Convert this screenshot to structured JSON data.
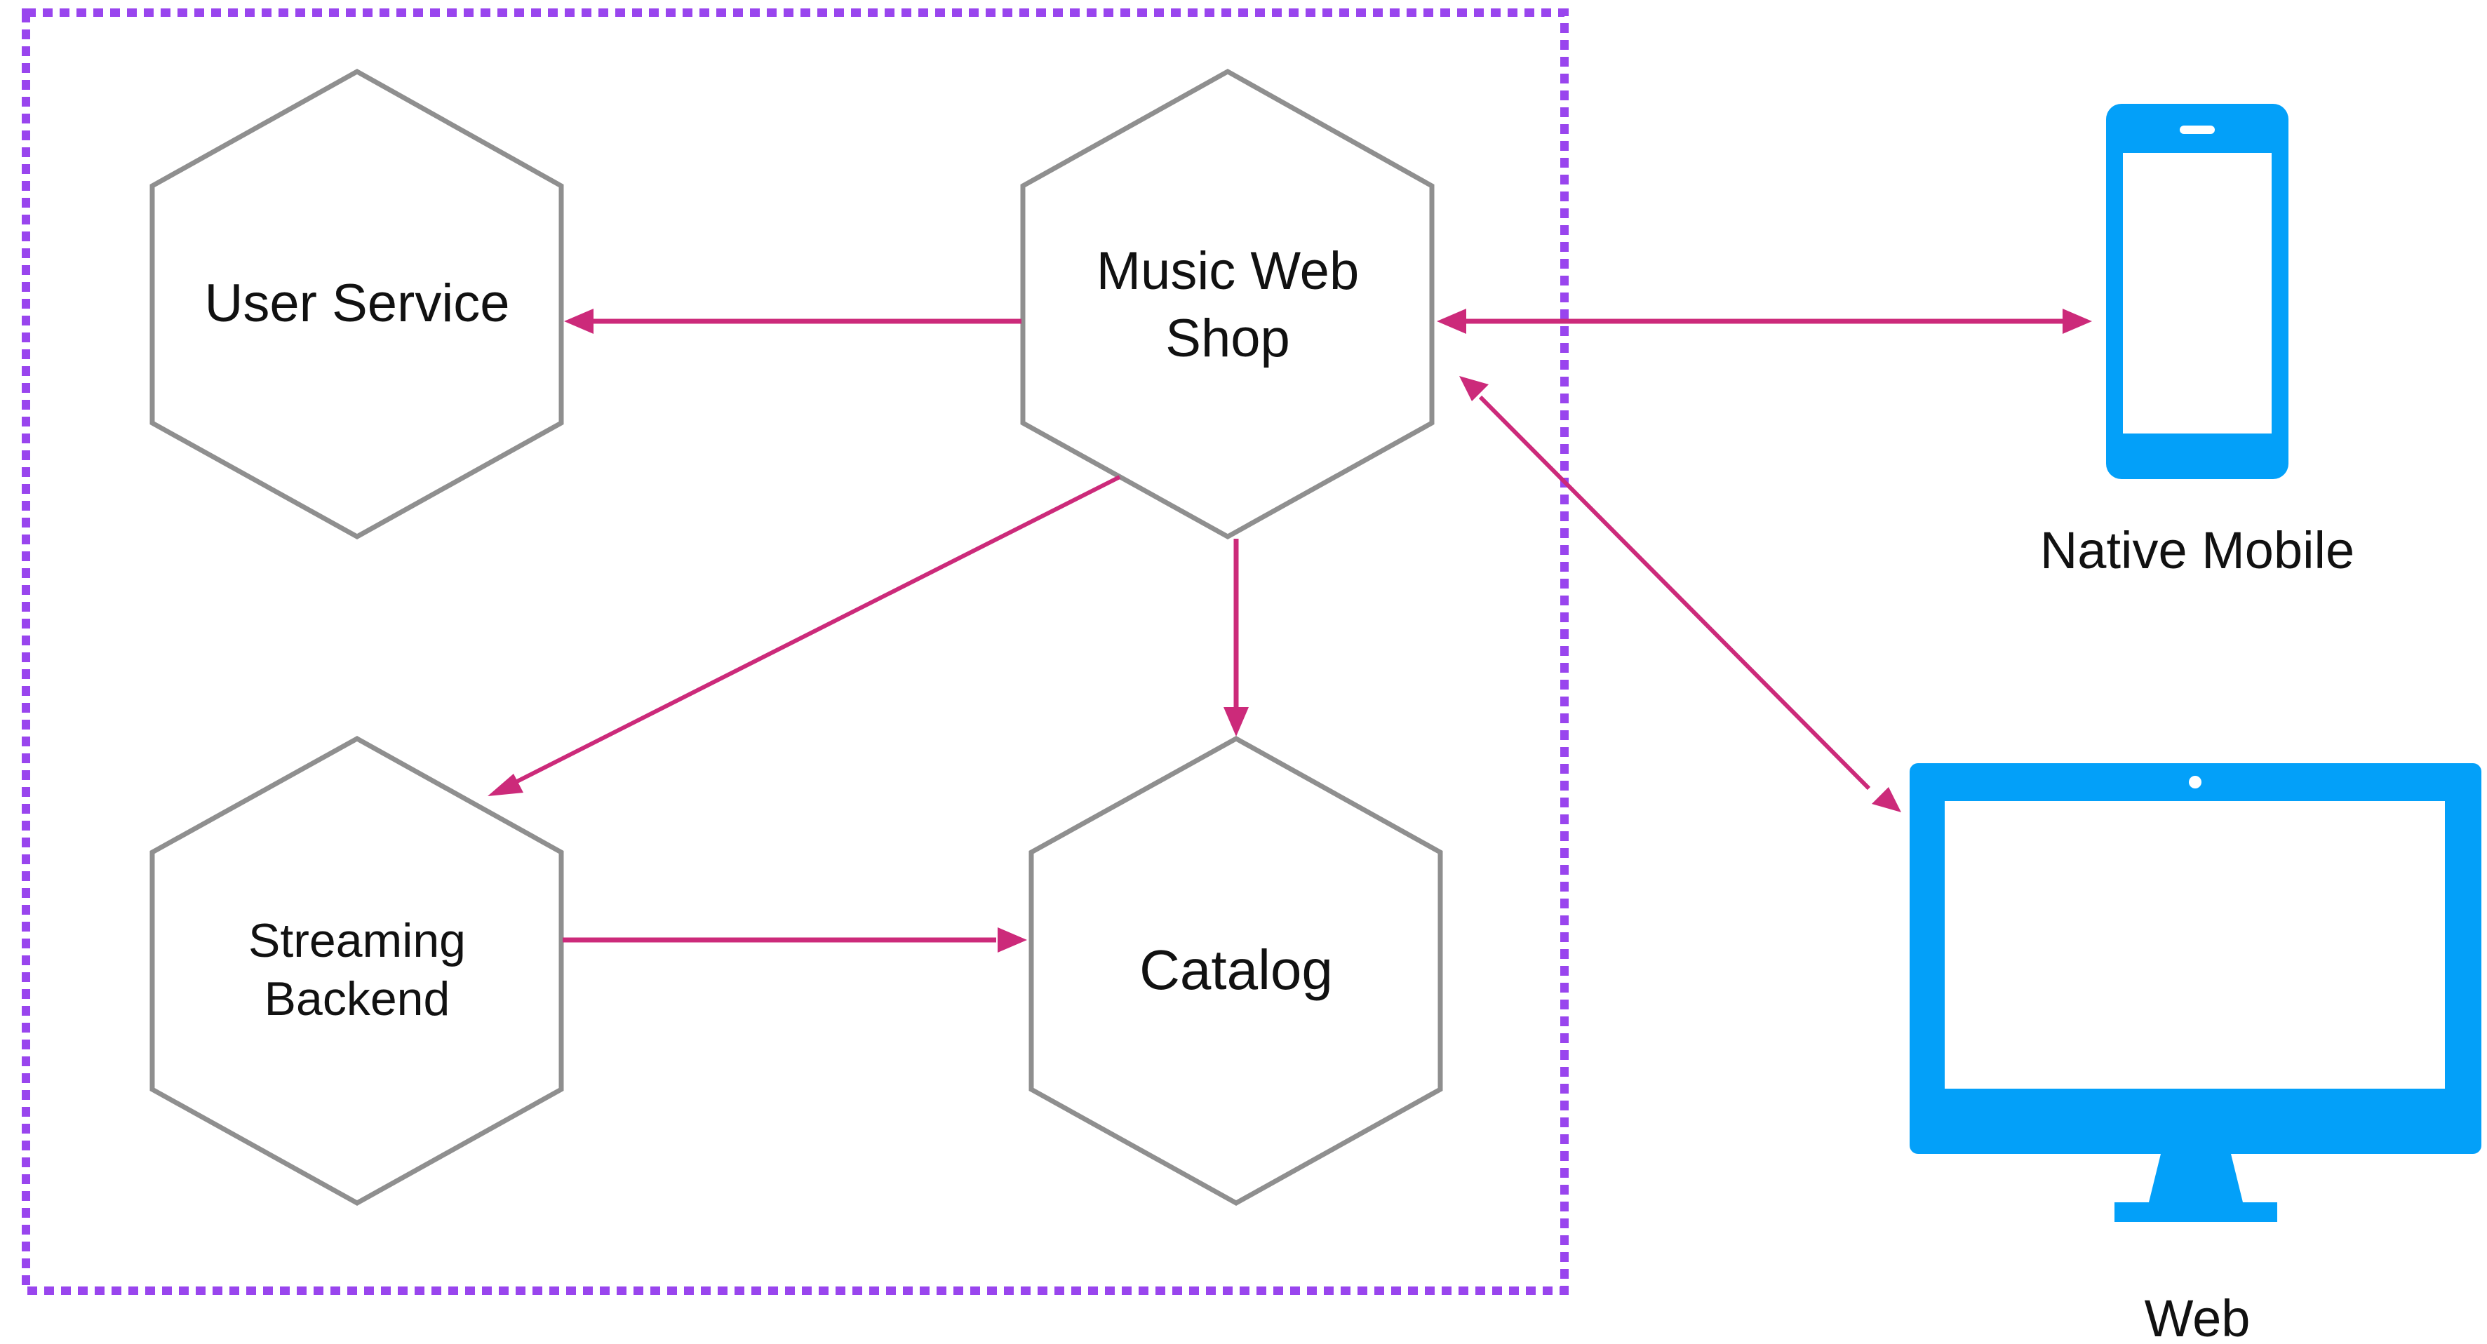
{
  "colors": {
    "boundary": "#9945ee",
    "hexagon_stroke": "#8f8f8f",
    "arrow": "#cc2a7a",
    "device": "#03a0f9"
  },
  "nodes": {
    "user_service": {
      "label": "User Service"
    },
    "music_web_shop": {
      "label_line1": "Music Web",
      "label_line2": "Shop"
    },
    "streaming_backend": {
      "label_line1": "Streaming",
      "label_line2": "Backend"
    },
    "catalog": {
      "label": "Catalog"
    }
  },
  "clients": {
    "native_mobile": {
      "label": "Native Mobile",
      "icon": "smartphone-icon"
    },
    "web": {
      "label": "Web",
      "icon": "desktop-monitor-icon"
    }
  }
}
